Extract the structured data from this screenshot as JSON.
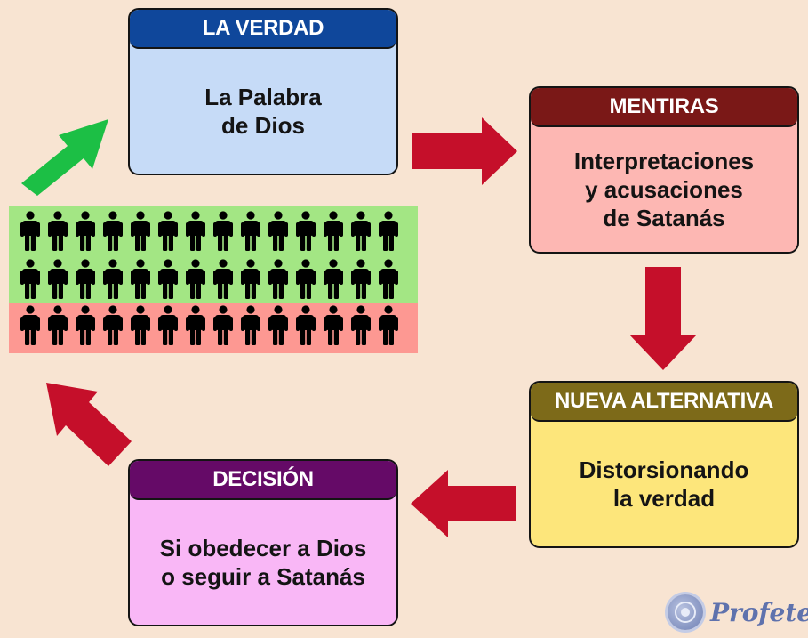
{
  "boxes": {
    "verdad": {
      "title": "LA VERDAD",
      "text": "La Palabra\nde Dios",
      "header_color": "#0f479b",
      "fill_color": "#c6dbf7"
    },
    "mentiras": {
      "title": "MENTIRAS",
      "text": "Interpretaciones\ny acusaciones\nde Satanás",
      "header_color": "#7a1817",
      "fill_color": "#fdb7b3"
    },
    "alternativa": {
      "title": "NUEVA ALTERNATIVA",
      "text": "Distorsionando\nla verdad",
      "header_color": "#7d6a19",
      "fill_color": "#fde67b"
    },
    "decision": {
      "title": "DECISIÓN",
      "text": "Si obedecer a Dios\no seguir a Satanás",
      "header_color": "#650a67",
      "fill_color": "#f9b7f6"
    }
  },
  "arrows": {
    "good_color": "#1cbf45",
    "bad_color": "#c50f2a"
  },
  "crowd": {
    "green_rows": 2,
    "red_rows": 1,
    "per_row": 14,
    "green_color": "#a3e684",
    "red_color": "#fd9892",
    "figure_color": "#000000"
  },
  "brand": {
    "name": "Profeteia"
  }
}
